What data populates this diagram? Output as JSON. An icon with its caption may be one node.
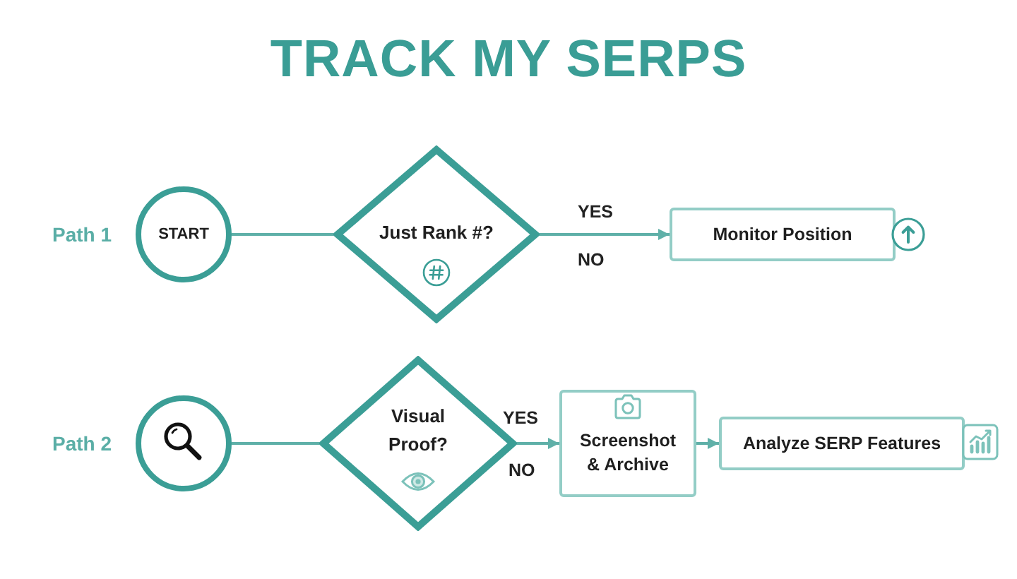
{
  "diagram": {
    "title": "TRACK MY SERPS",
    "nodes": [
      {
        "text": [
          "START"
        ]
      },
      {
        "text": [
          "Just Rank #?"
        ]
      },
      {
        "text": [
          "Monitor Position"
        ]
      },
      {
        "text": [],
        "shape": "circle"
      },
      {
        "text": [
          "Visual Proof?"
        ]
      },
      {
        "text": [
          "Screenshot & Archive"
        ]
      },
      {
        "text": [
          "Analyze SERP Features"
        ]
      }
    ],
    "edges": [
      {
        "from": 0,
        "to": 1,
        "arrow": "none"
      },
      {
        "from": 1,
        "to": 2,
        "arrow": "to"
      },
      {
        "from": 3,
        "to": 4,
        "arrow": "none"
      },
      {
        "from": 4,
        "to": 5,
        "arrow": "to"
      },
      {
        "from": 5,
        "to": 6,
        "arrow": "to"
      }
    ],
    "labels": [
      "Path 1",
      "YES",
      "NO",
      "Path 2",
      "YES",
      "NO"
    ]
  }
}
